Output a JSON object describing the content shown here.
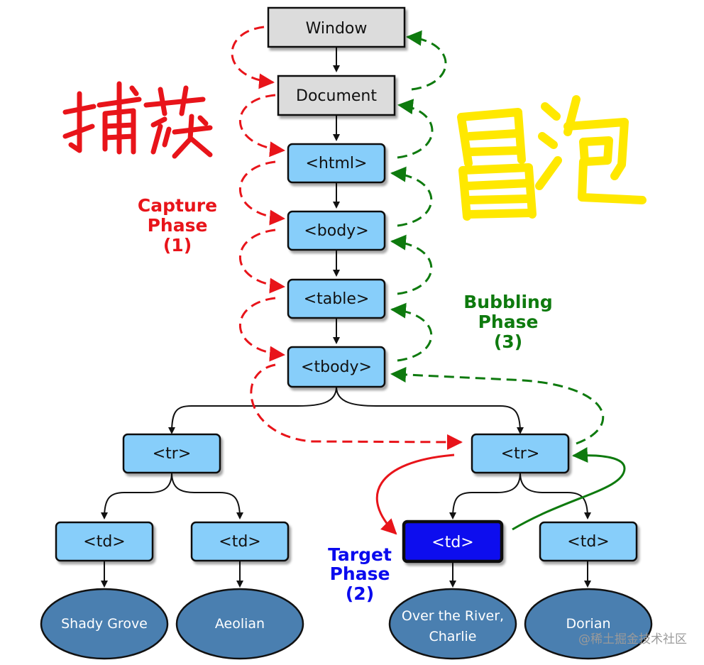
{
  "nodes": {
    "window": "Window",
    "document": "Document",
    "html": "<html>",
    "body": "<body>",
    "table": "<table>",
    "tbody": "<tbody>",
    "tr_left": "<tr>",
    "tr_right": "<tr>",
    "td_1": "<td>",
    "td_2": "<td>",
    "td_target": "<td>",
    "td_4": "<td>"
  },
  "leaves": {
    "leaf_1": [
      "Shady Grove"
    ],
    "leaf_2": [
      "Aeolian"
    ],
    "leaf_3": [
      "Over the River,",
      "Charlie"
    ],
    "leaf_4": [
      "Dorian"
    ]
  },
  "phases": {
    "capture": [
      "Capture",
      "Phase",
      "(1)"
    ],
    "target": [
      "Target",
      "Phase",
      "(2)"
    ],
    "bubbling": [
      "Bubbling",
      "Phase",
      "(3)"
    ]
  },
  "handwriting": {
    "capture_cn": "捕获",
    "bubble_cn": "冒泡"
  },
  "watermark": "@稀土掘金技术社区",
  "colors": {
    "capture": "#e8141a",
    "bubbling": "#0e7a0e",
    "target": "#0a0aee",
    "node_fill": "#87cefa",
    "gray_fill": "#dcdcdc",
    "leaf_fill": "#4a7fb0",
    "yellow": "#ffe800"
  }
}
